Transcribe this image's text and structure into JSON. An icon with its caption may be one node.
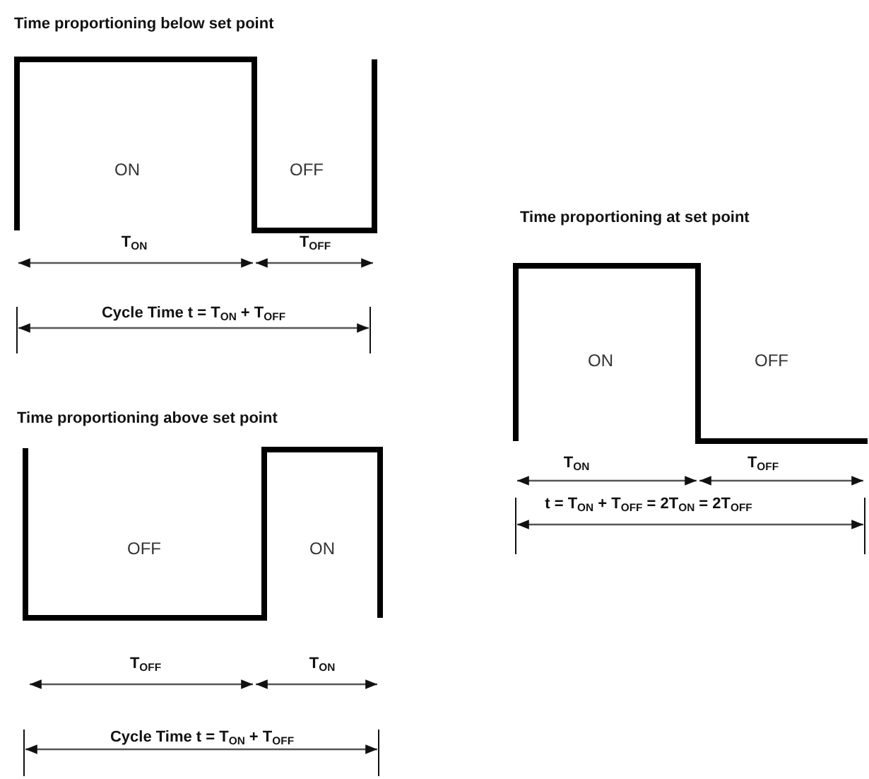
{
  "diagram": {
    "labels": [
      "Time proportioning below set point",
      "ON",
      "OFF",
      "T$_{ON}$",
      "T$_{OFF}$",
      "Cycle Time t = T$_{ON}$ + T$_{OFF}$",
      "Time proportioning at set point",
      "ON",
      "OFF",
      "T$_{ON}$",
      "T$_{OFF}$",
      "t = T$_{ON}$ + T$_{OFF}$ = 2T$_{ON}$ = 2T$_{OFF}$",
      "Time proportioning above set point",
      "OFF",
      "ON",
      "T$_{OFF}$",
      "T$_{ON}$",
      "Cycle Time t = T$_{ON}$ + T$_{OFF}$"
    ]
  }
}
